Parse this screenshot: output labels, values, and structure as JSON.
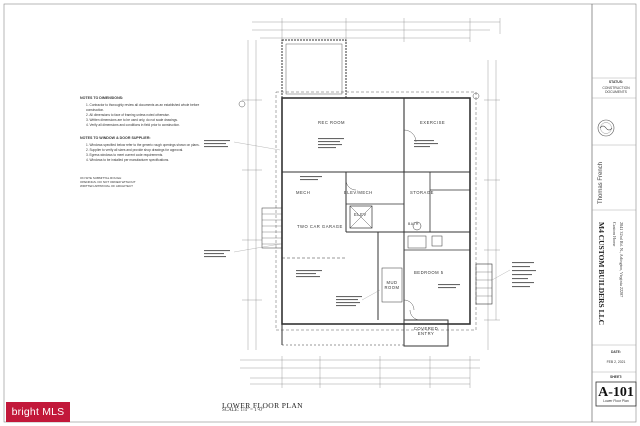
{
  "notes": {
    "dimensions_heading": "NOTES TO DIMENSIONS:",
    "dimensions_lines": [
      "1. Contractor to thoroughly review all documents as an established whole before construction.",
      "2. All dimensions to face of framing unless noted otherwise.",
      "3. Written dimensions are to be used only, do not scale drawings.",
      "4. Verify all dimensions and conditions in field prior to construction."
    ],
    "window_heading": "NOTES TO WINDOW & DOOR SUPPLIER:",
    "window_lines": [
      "1. Windows specified below refer to the generic rough openings shown on plans.",
      "2. Supplier to verify all sizes and provide shop drawings for approval.",
      "3. Egress windows to meet current code requirements.",
      "4. Windows to be installed per manufacturer specifications."
    ],
    "caps_note": "ON SITE SUBMITTAL ROUGH OPENINGS. DO NOT ORDER WITHOUT WRITTEN APPROVAL OF ARCHITECT"
  },
  "rooms": {
    "rec_room": "REC ROOM",
    "exercise": "EXERCISE",
    "two_car_garage": "TWO CAR GARAGE",
    "mech": "MECH",
    "elev": "ELEV",
    "elev_mech": "ELEV/MECH",
    "storage": "STORAGE",
    "bedroom": "BEDROOM 5",
    "bath": "BATH",
    "mud_room": "MUD ROOM",
    "covered_entry": "COVERED ENTRY"
  },
  "plan": {
    "title": "LOWER FLOOR PLAN",
    "scale": "SCALE: 1/4\" = 1'-0\""
  },
  "title_block": {
    "status_label": "STATUS:",
    "status_value": "CONSTRUCTION DOCUMENTS",
    "brand": "Thomas French",
    "firm": "M4 CUSTOM BUILDERS LLC",
    "address_line1": "Custom Home",
    "address_line2": "2841 32nd Rd. N., Arlington, Virginia 22207",
    "date_label": "DATE:",
    "date_value": "FEB 2, 2021",
    "sheet_label": "SHEET:",
    "sheet_number": "A-101",
    "sheet_name": "Lower Floor Plan"
  },
  "watermark": "bright MLS"
}
